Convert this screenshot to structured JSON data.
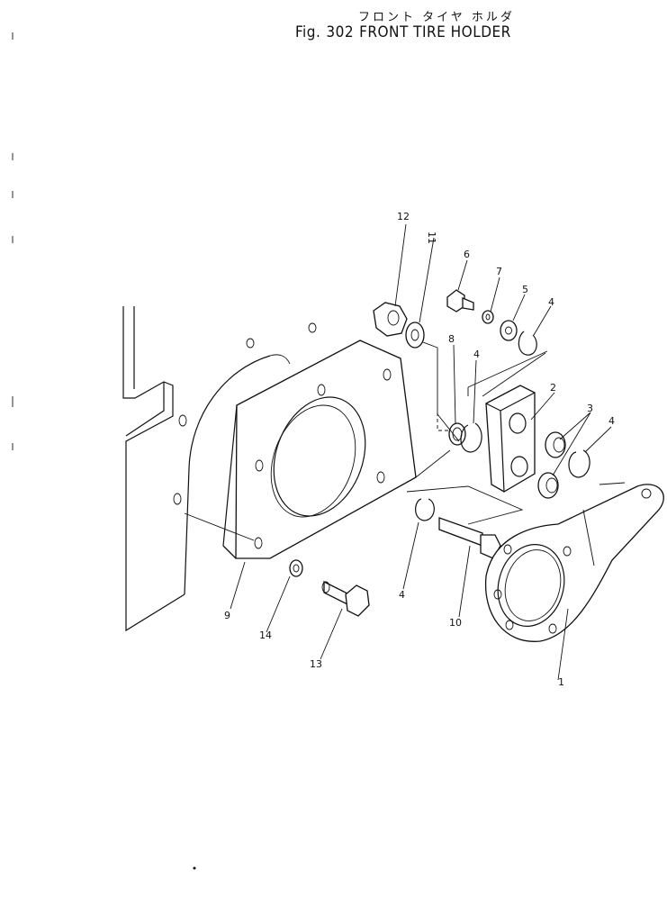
{
  "title": {
    "japanese": "フロント タイヤ ホルダ",
    "fig_prefix": "Fig.",
    "fig_number": "302",
    "name": "FRONT TIRE HOLDER"
  },
  "callouts": [
    {
      "id": "1",
      "part": "1"
    },
    {
      "id": "2",
      "part": "2"
    },
    {
      "id": "3",
      "part": "3"
    },
    {
      "id": "4a",
      "part": "4"
    },
    {
      "id": "4b",
      "part": "4"
    },
    {
      "id": "4c",
      "part": "4"
    },
    {
      "id": "4d",
      "part": "4"
    },
    {
      "id": "5",
      "part": "5"
    },
    {
      "id": "6",
      "part": "6"
    },
    {
      "id": "7",
      "part": "7"
    },
    {
      "id": "8",
      "part": "8"
    },
    {
      "id": "9",
      "part": "9"
    },
    {
      "id": "10",
      "part": "10"
    },
    {
      "id": "11",
      "part": "11"
    },
    {
      "id": "12",
      "part": "12"
    },
    {
      "id": "13",
      "part": "13"
    },
    {
      "id": "14",
      "part": "14"
    }
  ],
  "colors": {
    "ink": "#111111",
    "paper": "#ffffff"
  }
}
